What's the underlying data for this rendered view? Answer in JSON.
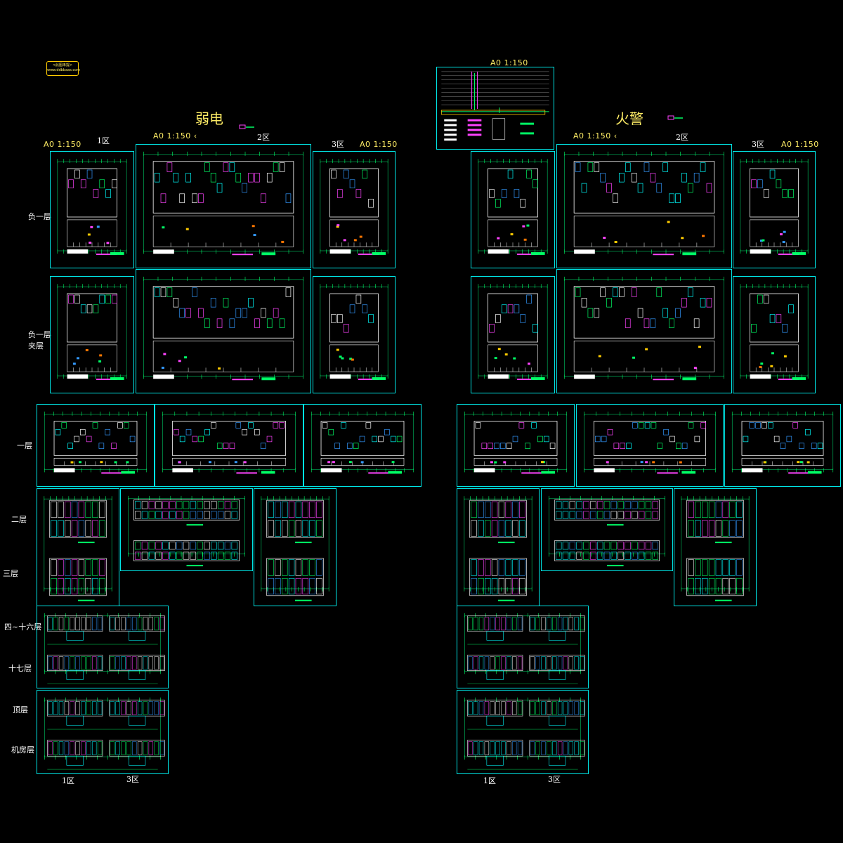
{
  "stamp": {
    "line1": "<此图未提>",
    "line2": "www.ddbbaas.com"
  },
  "left": {
    "title": "弱电",
    "scales": [
      "A0 1:150",
      "A0 1:150 ‹",
      "A0 1:150"
    ],
    "zones_top": [
      "1区",
      "2区",
      "3区"
    ],
    "zones_bottom": [
      "1区",
      "3区"
    ]
  },
  "right": {
    "title": "火警",
    "legend_scale": "A0 1:150",
    "scales": [
      "A0 1:150 ‹",
      "A0 1:150"
    ],
    "zones_top": [
      "2区",
      "3区"
    ],
    "zones_bottom": [
      "1区",
      "3区"
    ]
  },
  "floors": {
    "b1": "负一层",
    "b1m_1": "负一层",
    "b1m_2": "夹层",
    "f1": "一层",
    "f2": "二层",
    "f3": "三层",
    "f4_16": "四~十六层",
    "f17": "十七层",
    "roof": "顶层",
    "machine": "机房层"
  },
  "colors": {
    "frame": "#00e5e5",
    "label": "#ffffff",
    "title": "#ffee66"
  }
}
